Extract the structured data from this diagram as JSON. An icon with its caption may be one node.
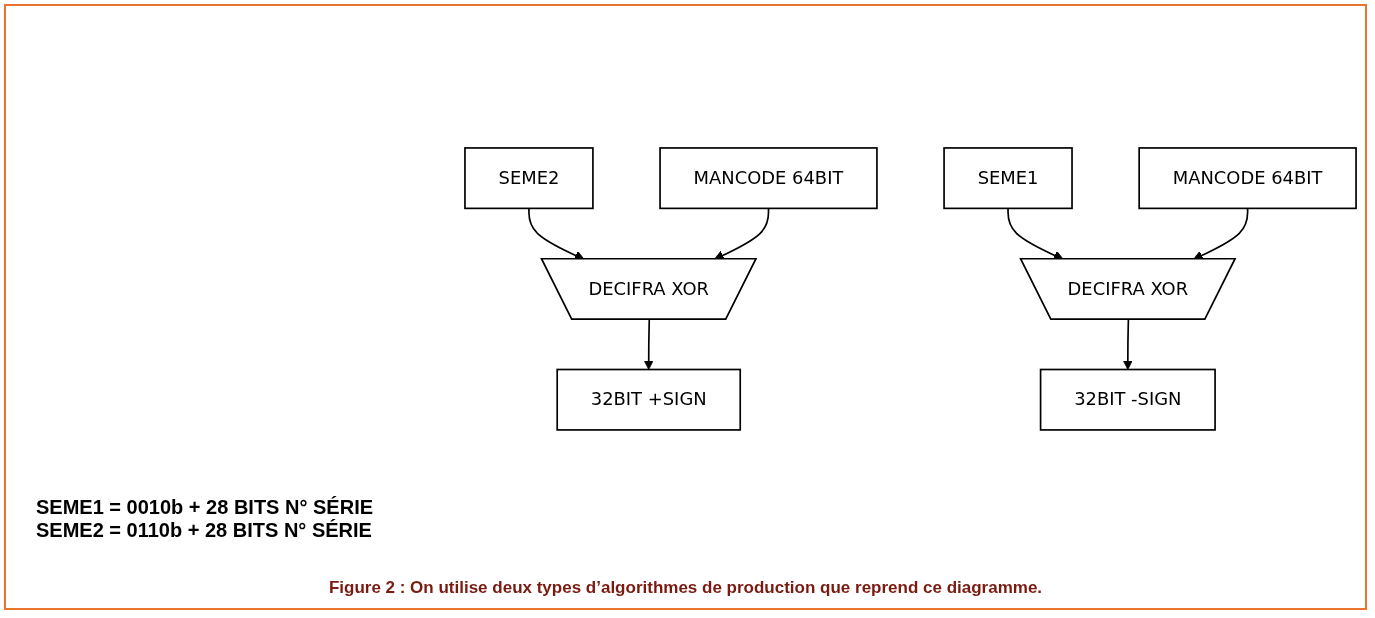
{
  "diagram": {
    "caption": "Figure 2 : On utilise deux types d’algorithmes de production que reprend ce diagramme.",
    "nodes": [
      {
        "text": [
          "SEME2"
        ]
      },
      {
        "text": [
          "MANCODE 64BIT"
        ]
      },
      {
        "text": [
          "DECIFRA XOR"
        ]
      },
      {
        "text": [
          "32BIT +SIGN"
        ]
      },
      {
        "text": [
          "SEME1"
        ]
      },
      {
        "text": [
          "MANCODE 64BIT"
        ]
      },
      {
        "text": [
          "DECIFRA XOR"
        ]
      },
      {
        "text": [
          "32BIT -SIGN"
        ]
      }
    ],
    "edges": [
      {
        "from": 0,
        "to": 2,
        "arrow": "to"
      },
      {
        "from": 1,
        "to": 2,
        "arrow": "to"
      },
      {
        "from": 2,
        "to": 3,
        "arrow": "to"
      },
      {
        "from": 4,
        "to": 6,
        "arrow": "to"
      },
      {
        "from": 5,
        "to": 6,
        "arrow": "to"
      },
      {
        "from": 6,
        "to": 7,
        "arrow": "to"
      }
    ],
    "labels": [
      "SEME1 = 0010b + 28 BITS N° SÉRIE",
      "SEME2 = 0110b + 28 BITS N° SÉRIE"
    ]
  }
}
